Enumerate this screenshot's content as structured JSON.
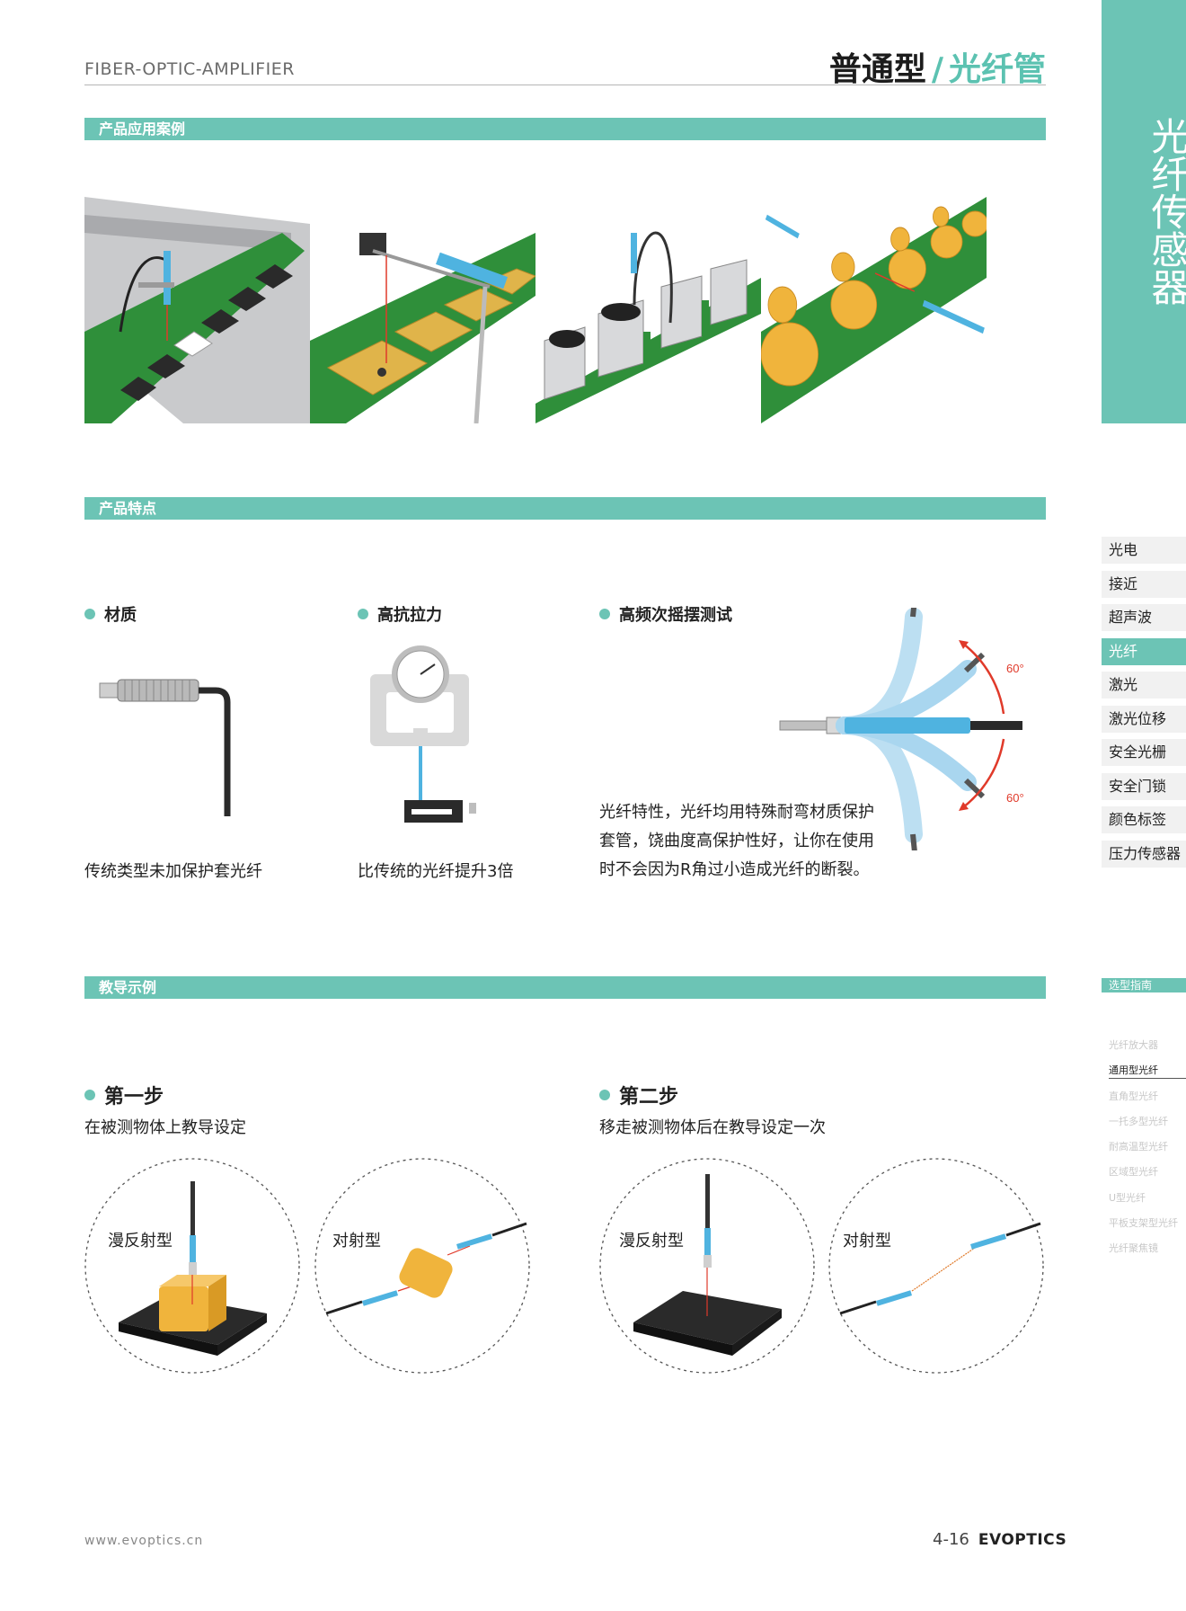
{
  "header": {
    "series": "FIBER-OPTIC-AMPLIFIER",
    "title_main": "普通型",
    "title_slash": "/",
    "title_sub": "光纤管"
  },
  "side_tab": [
    "光",
    "纤",
    "传",
    "感",
    "器"
  ],
  "categories": [
    {
      "label": "光电"
    },
    {
      "label": "接近"
    },
    {
      "label": "超声波"
    },
    {
      "label": "光纤",
      "active": true
    },
    {
      "label": "激光"
    },
    {
      "label": "激光位移"
    },
    {
      "label": "安全光栅"
    },
    {
      "label": "安全门锁"
    },
    {
      "label": "颜色标签"
    },
    {
      "label": "压力传感器"
    }
  ],
  "guide": {
    "title": "选型指南",
    "items": [
      {
        "label": "光纤放大器"
      },
      {
        "label": "通用型光纤",
        "active": true
      },
      {
        "label": "直角型光纤"
      },
      {
        "label": "一托多型光纤"
      },
      {
        "label": "耐高温型光纤"
      },
      {
        "label": "区域型光纤"
      },
      {
        "label": "U型光纤"
      },
      {
        "label": "平板支架型光纤"
      },
      {
        "label": "光纤聚焦镜"
      }
    ]
  },
  "sections": {
    "applications": "产品应用案例",
    "features": "产品特点",
    "teaching": "教导示例"
  },
  "features": {
    "material": {
      "title": "材质",
      "caption": "传统类型未加保护套光纤"
    },
    "tensile": {
      "title": "高抗拉力",
      "caption": "比传统的光纤提升3倍"
    },
    "swing": {
      "title": "高频次摇摆测试",
      "desc": "光纤特性，光纤均用特殊耐弯材质保护套管，饶曲度高保护性好，让你在使用时不会因为R角过小造成光纤的断裂。",
      "angle_top": "60°",
      "angle_bottom": "60°"
    }
  },
  "teaching": {
    "step1": {
      "title": "第一步",
      "desc": "在被测物体上教导设定",
      "diffuse": "漫反射型",
      "through": "对射型"
    },
    "step2": {
      "title": "第二步",
      "desc": "移走被测物体后在教导设定一次",
      "diffuse": "漫反射型",
      "through": "对射型"
    }
  },
  "colors": {
    "accent": "#6cc4b5",
    "fiber_blue": "#4fb3e0",
    "object_yellow": "#f0b43c",
    "laser_red": "#e03a2a"
  },
  "footer": {
    "url": "www.evoptics.cn",
    "page": "4-16",
    "brand": "EVOPTICS"
  }
}
